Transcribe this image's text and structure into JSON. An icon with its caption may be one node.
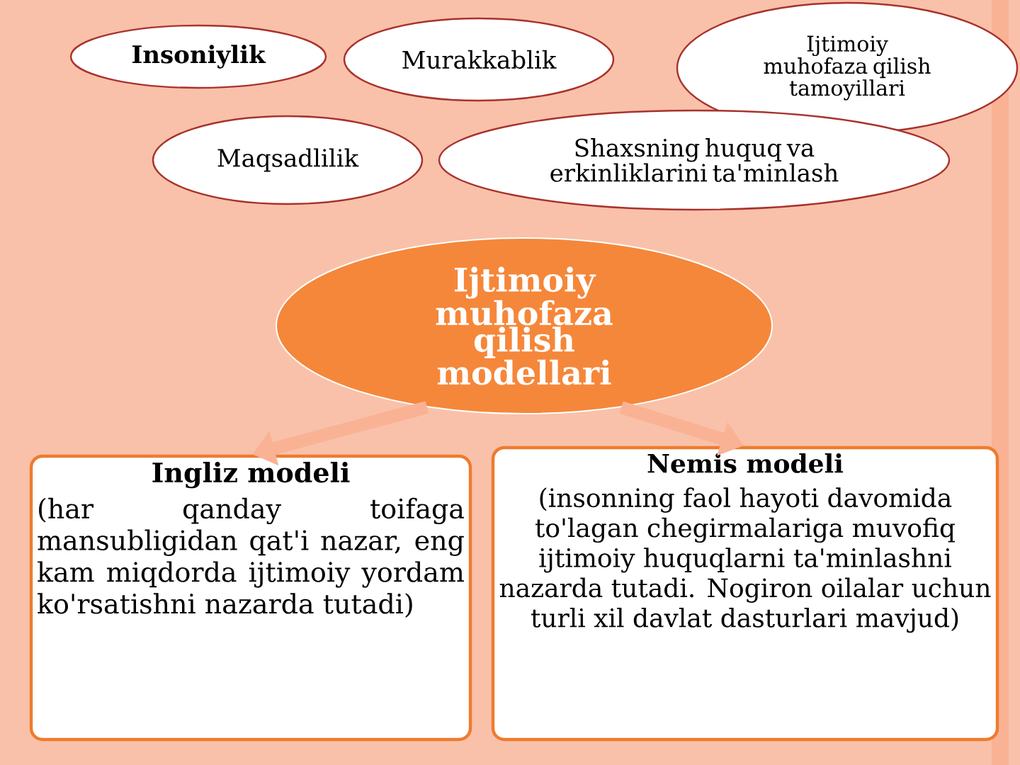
{
  "diagram": {
    "nodes": [
      {
        "text": [
          "Insoniylik"
        ]
      },
      {
        "text": [
          "Murakkablik"
        ]
      },
      {
        "text": [
          "Ijtimoiy muhofaza qilish tamoyillari"
        ]
      },
      {
        "text": [
          "Maqsadlilik"
        ]
      },
      {
        "text": [
          "Shaxsning huquq va erkinliklarini ta'minlash"
        ]
      },
      {
        "text": [
          "Ijtimoiy muhofaza qilish modellari"
        ]
      },
      {
        "text": [
          "Ingliz  modeli",
          "(har qanday toifaga mansubligidan qat'i nazar, eng kam miqdorda ijtimoiy yordam ko'rsatishni nazarda tutadi)"
        ]
      },
      {
        "text": [
          "Nemis modeli",
          "(insonning faol hayoti davomida to'lagan chegirmalariga muvofiq ijtimoiy huquqlarni ta'minlashni nazarda tutadi. Nogiron oilalar uchun turli xil davlat dasturlari mavjud)"
        ]
      }
    ],
    "edges": [
      {
        "from": 5,
        "to": 6,
        "arrow": "to"
      },
      {
        "from": 5,
        "to": 7,
        "arrow": "to"
      }
    ]
  }
}
